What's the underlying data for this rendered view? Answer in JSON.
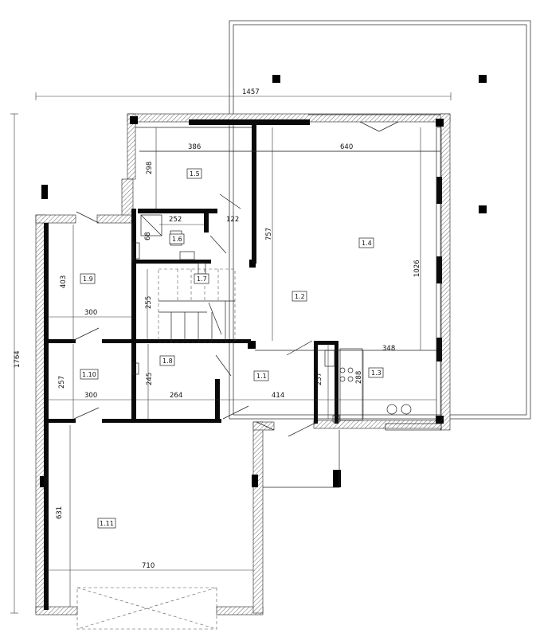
{
  "plan": {
    "dimensions": {
      "overall_width": "1457",
      "overall_height": "1764",
      "d_386": "386",
      "d_640": "640",
      "d_298": "298",
      "d_252": "252",
      "d_122": "122",
      "d_68": "68",
      "d_757": "757",
      "d_1026": "1026",
      "d_403": "403",
      "d_300_upper": "300",
      "d_255": "255",
      "d_348": "348",
      "d_288": "288",
      "d_257_left": "257",
      "d_300_lower": "300",
      "d_245": "245",
      "d_264": "264",
      "d_414": "414",
      "d_257_right": "257",
      "d_631": "631",
      "d_710": "710"
    },
    "rooms": {
      "r1_1": "1.1",
      "r1_2": "1.2",
      "r1_3": "1.3",
      "r1_4": "1.4",
      "r1_5": "1.5",
      "r1_6": "1.6",
      "r1_7": "1.7",
      "r1_8": "1.8",
      "r1_9": "1.9",
      "r1_10": "1.10",
      "r1_11": "1.11"
    }
  }
}
